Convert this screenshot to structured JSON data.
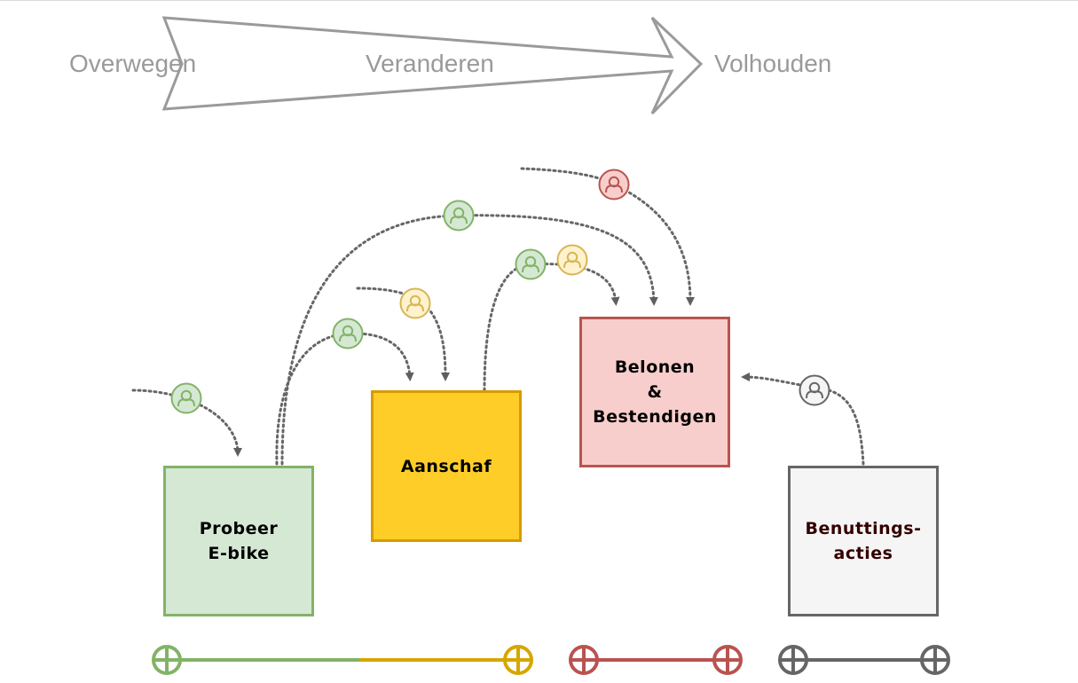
{
  "stages": {
    "overwegen": "Overwegen",
    "veranderen": "Veranderen",
    "volhouden": "Volhouden"
  },
  "boxes": {
    "probeer": {
      "line1": "Probeer",
      "line2": "E-bike",
      "fill": "#d5e8d4",
      "stroke": "#82b366"
    },
    "aanschaf": {
      "line1": "Aanschaf",
      "fill": "#ffcd28",
      "stroke": "#d79b00"
    },
    "belonen": {
      "line1": "Belonen",
      "line2": "&",
      "line3": "Bestendigen",
      "fill": "#f8cecc",
      "stroke": "#b85450"
    },
    "benutting": {
      "line1": "Benuttings-",
      "line2": "acties",
      "fill": "#f5f5f5",
      "stroke": "#666666",
      "text_color": "#330000"
    }
  },
  "colors": {
    "green": "#82b366",
    "green_fill": "#d5e8d4",
    "yellow": "#d6b656",
    "yellow_fill": "#fff2cc",
    "red": "#b85450",
    "red_fill": "#f8cecc",
    "grey": "#666666",
    "grey_fill": "#f5f5f5",
    "arrow": "#9a9a9a",
    "connector": "#666666",
    "timeline_green": "#82b366",
    "timeline_yellow": "#d6a600",
    "timeline_red": "#b85450",
    "timeline_grey": "#666666"
  },
  "icons": {
    "actor": "user-icon",
    "timeline_end": "circle-plus-icon",
    "stage_arrow": "chevron-arrow-icon"
  }
}
